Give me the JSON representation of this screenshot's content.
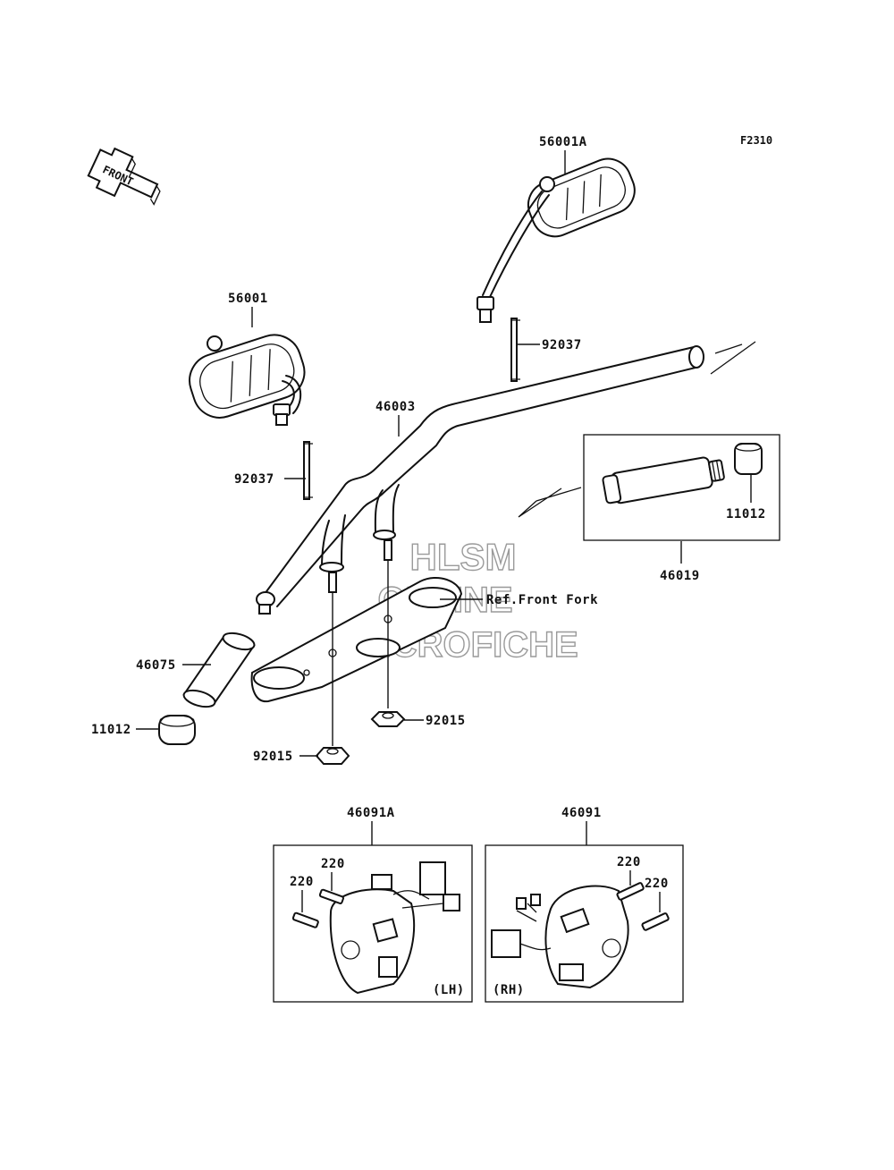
{
  "figure_code": "F2310",
  "front_indicator": "FRONT",
  "reference_note": "Ref.Front Fork",
  "watermark": {
    "line1": "HLSM",
    "line2": "ONLINE",
    "line3": "MICROFICHE"
  },
  "part_labels": {
    "mirror_right": "56001A",
    "mirror_left": "56001",
    "clamp_right": "92037",
    "clamp_left": "92037",
    "handlebar": "46003",
    "throttle_grip_assy": "46019",
    "end_cap_right": "11012",
    "end_cap_left": "11012",
    "grip_left": "46075",
    "nut_right": "92015",
    "nut_left": "92015",
    "switch_lh": "46091A",
    "switch_rh": "46091",
    "screw_lh_a": "220",
    "screw_lh_b": "220",
    "screw_rh_a": "220",
    "screw_rh_b": "220"
  },
  "side_labels": {
    "left": "(LH)",
    "right": "(RH)"
  }
}
